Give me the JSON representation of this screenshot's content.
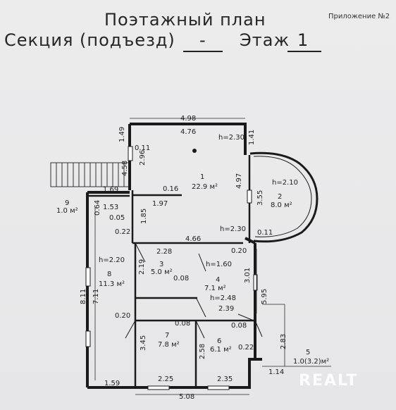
{
  "header": {
    "title": "Поэтажный план",
    "section_label": "Секция (подъезд)",
    "section_value": "-",
    "floor_label": "Этаж",
    "floor_value": "1",
    "appendix": "Приложение №2"
  },
  "dimensions": {
    "d498": "4.98",
    "d476": "4.76",
    "h230a": "h=2.30",
    "d141": "1.41",
    "d149": "1.49",
    "d011a": "0.11",
    "d296": "2.96",
    "d458": "4.58",
    "d169": "1.69",
    "d016": "0.16",
    "d497": "4.97",
    "d355": "3.55",
    "h210": "h=2.10",
    "d153": "1.53",
    "d197": "1.97",
    "d064": "0.64",
    "d005": "0.05",
    "d185": "1.85",
    "d022a": "0.22",
    "h230b": "h=2.30",
    "d011b": "0.11",
    "d466": "4.66",
    "d228": "2.28",
    "d020a": "0.20",
    "h160": "h=1.60",
    "h220": "h=2.20",
    "d219": "2.19",
    "d008a": "0.08",
    "d301": "3.01",
    "h248": "h=2.48",
    "d811": "8.11",
    "d711": "7.11",
    "d595": "5.95",
    "d239": "2.39",
    "d020b": "0.20",
    "d008b": "0.08",
    "d008c": "0.08",
    "d345": "3.45",
    "d258": "2.58",
    "d283": "2.83",
    "d022b": "0.22",
    "d114": "1.14",
    "d159": "1.59",
    "d225": "2.25",
    "d235": "2.35",
    "d508": "5.08"
  },
  "rooms": [
    {
      "num": "1",
      "area": "22.9 м²"
    },
    {
      "num": "2",
      "area": "8.0 м²"
    },
    {
      "num": "3",
      "area": "5.0 м²"
    },
    {
      "num": "4",
      "area": "7.1 м²"
    },
    {
      "num": "5",
      "area": "1.0(3.2)м²"
    },
    {
      "num": "6",
      "area": "6.1 м²"
    },
    {
      "num": "7",
      "area": "7.8 м²"
    },
    {
      "num": "8",
      "area": "11.3 м²"
    },
    {
      "num": "9",
      "area": "1.0 м²"
    }
  ],
  "watermark": "REALT"
}
